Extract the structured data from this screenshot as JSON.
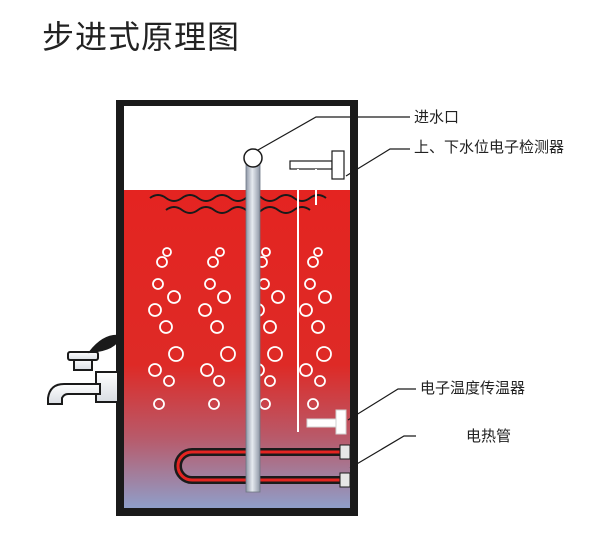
{
  "title": "步进式原理图",
  "labels": {
    "water_inlet": "进水口",
    "level_sensor": "上、下水位电子检测器",
    "temp_sensor": "电子温度传温器",
    "heating_tube": "电热管"
  },
  "colors": {
    "water_top": "#e42421",
    "water_bottom": "#8f9ec9",
    "tank_border": "#1a1a1a",
    "pipe": "#b8c0cc"
  }
}
